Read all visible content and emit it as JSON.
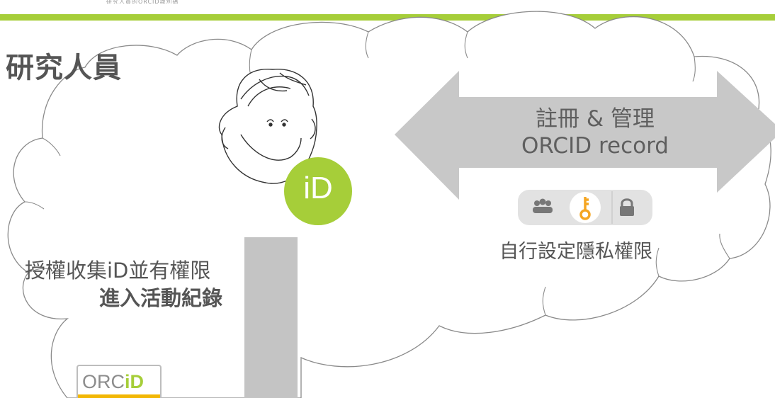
{
  "header": {
    "top_caption": "研究人員的ORCID識別碼"
  },
  "title": "研究人員",
  "arrow": {
    "line1": "註冊 & 管理",
    "line2": "ORCID record"
  },
  "privacy": {
    "caption": "自行設定隱私權限",
    "icons": [
      "group-icon",
      "key-icon",
      "lock-icon"
    ]
  },
  "authorize": {
    "line1": "授權收集iD並有權限",
    "line2": "進入活動紀錄"
  },
  "orcid_logo": {
    "text_a": "ORC",
    "text_b": "iD"
  },
  "badge": {
    "text": "iD"
  },
  "colors": {
    "accent_green": "#a6ce39",
    "arrow_gray": "#c8c8c8",
    "key_orange": "#f5a623"
  }
}
